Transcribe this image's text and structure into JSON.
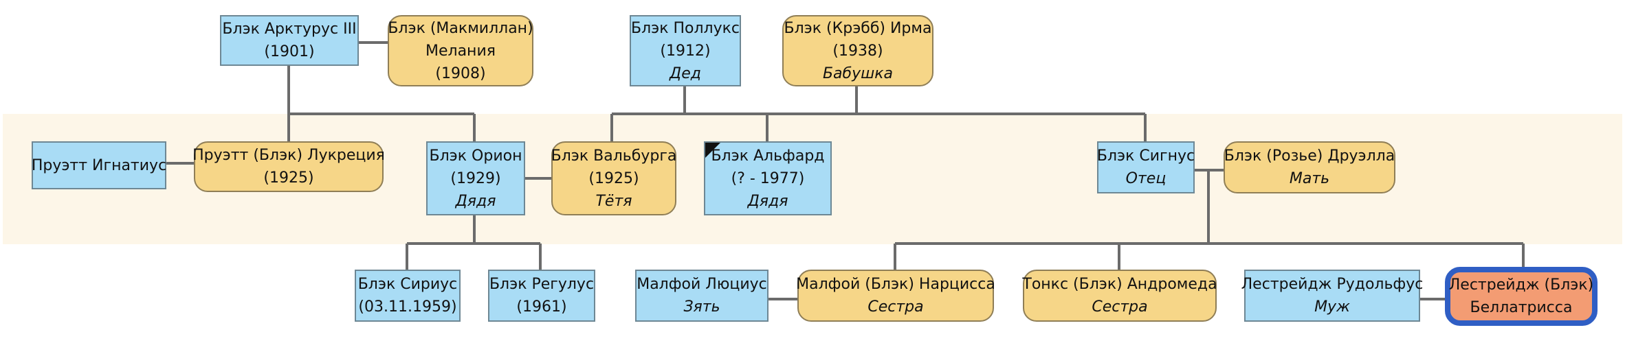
{
  "nodes": {
    "arcturus": {
      "name": "Блэк Арктурус III",
      "year": "(1901)",
      "rel": ""
    },
    "melania": {
      "name": "Блэк (Макмиллан)",
      "line2": "Мелания",
      "year": "(1908)"
    },
    "pollux": {
      "name": "Блэк Поллукс",
      "year": "(1912)",
      "rel": "Дед"
    },
    "irma": {
      "name": "Блэк (Крэбб) Ирма",
      "year": "(1938)",
      "rel": "Бабушка"
    },
    "ignatius": {
      "name": "Пруэтт Игнатиус"
    },
    "lucretia": {
      "name": "Пруэтт (Блэк) Лукреция",
      "year": "(1925)"
    },
    "orion": {
      "name": "Блэк Орион",
      "year": "(1929)",
      "rel": "Дядя"
    },
    "walburga": {
      "name": "Блэк Вальбурга",
      "year": "(1925)",
      "rel": "Тётя"
    },
    "alphard": {
      "name": "Блэк Альфард",
      "year": "(? - 1977)",
      "rel": "Дядя"
    },
    "cygnus": {
      "name": "Блэк Сигнус",
      "rel": "Отец"
    },
    "druella": {
      "name": "Блэк (Розье) Друэлла",
      "rel": "Мать"
    },
    "sirius": {
      "name": "Блэк Сириус",
      "year": "(03.11.1959)"
    },
    "regulus": {
      "name": "Блэк Регулус",
      "year": "(1961)"
    },
    "lucius": {
      "name": "Малфой Люциус",
      "rel": "Зять"
    },
    "narcissa": {
      "name": "Малфой (Блэк) Нарцисса",
      "rel": "Сестра"
    },
    "andromeda": {
      "name": "Тонкс (Блэк) Андромеда",
      "rel": "Сестра"
    },
    "rodolphus": {
      "name": "Лестрейдж Рудольфус",
      "rel": "Муж"
    },
    "bellatrix": {
      "name": "Лестрейдж (Блэк)",
      "line2": "Беллатрисса"
    }
  },
  "colors": {
    "male": "#a9dcf5",
    "female": "#f6d688",
    "self": "#f39c73",
    "self_border": "#2f5ec4",
    "band": "#fdf6e8",
    "line": "#6b6b6b"
  }
}
